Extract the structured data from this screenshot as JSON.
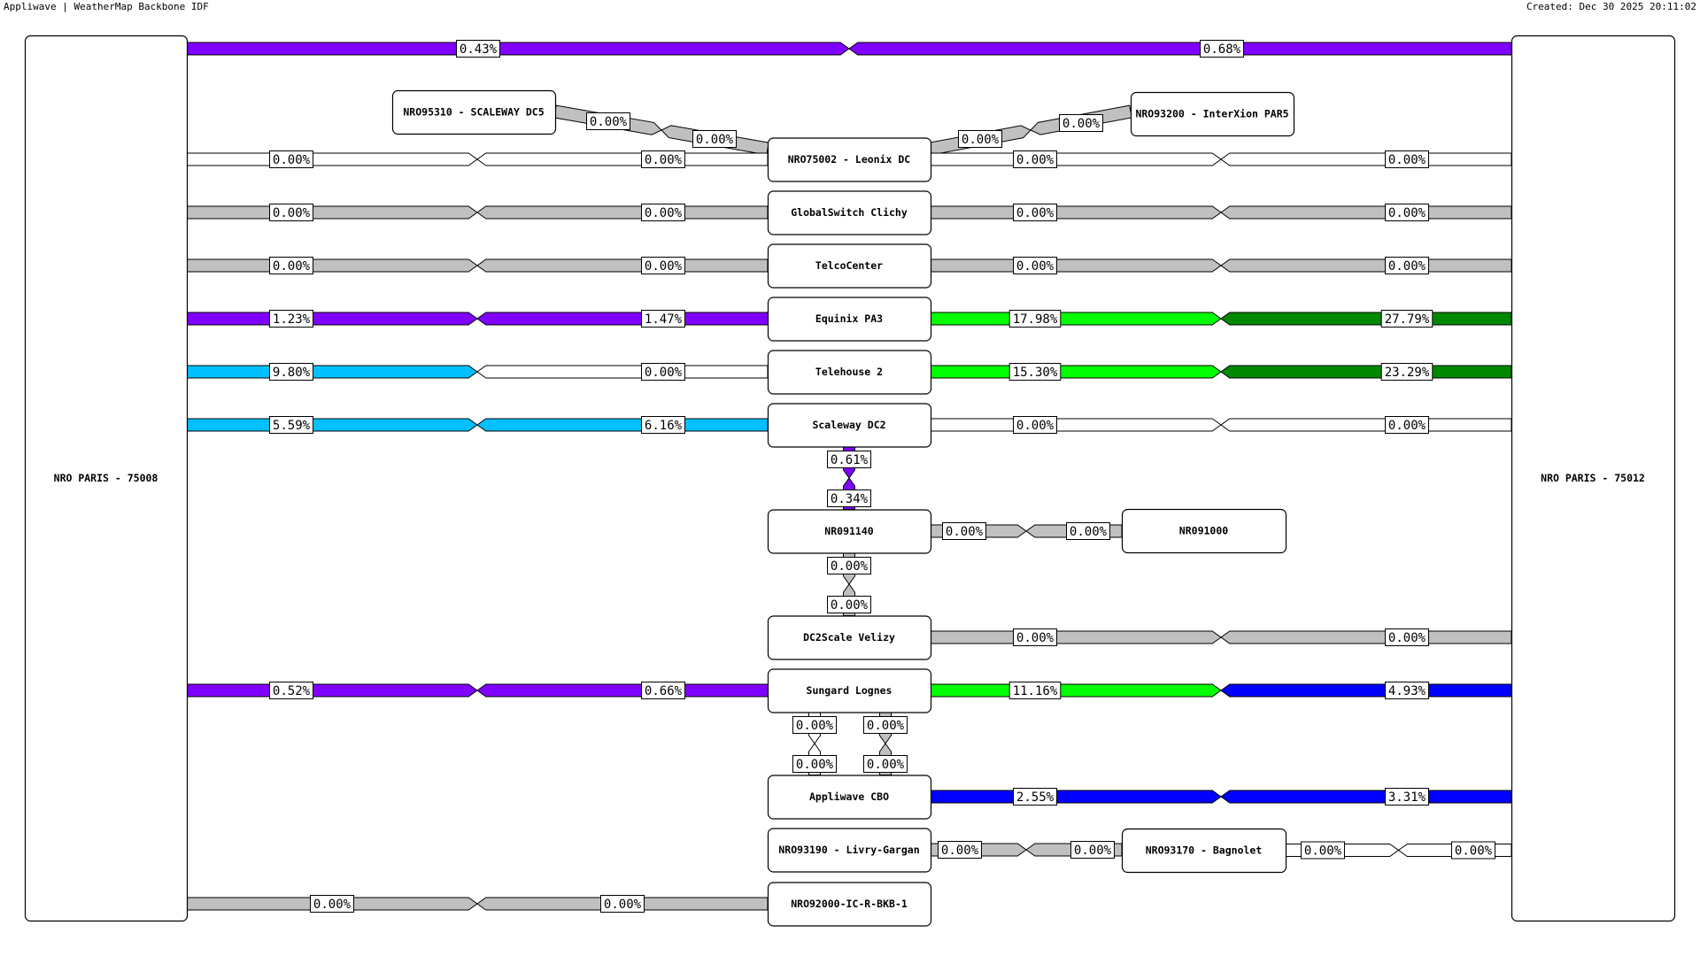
{
  "header": {
    "title": "Appliwave | WeatherMap Backbone IDF",
    "created": "Created: Dec 30 2025 20:11:02"
  },
  "legend_colors": {
    "zero": "#ffffff",
    "idle": "#c0c0c0",
    "low": "#8000ff",
    "light": "#00c0ff",
    "medium": "#0000ff",
    "high_a": "#00ff00",
    "high_b": "#008800"
  },
  "nodes": [
    {
      "id": "paris75008",
      "label": "NRO PARIS - 75008"
    },
    {
      "id": "paris75012",
      "label": "NRO PARIS - 75012"
    },
    {
      "id": "scaleway_dc5",
      "label": "NRO95310 - SCALEWAY DC5"
    },
    {
      "id": "interxion_par5",
      "label": "NRO93200 - InterXion PAR5"
    },
    {
      "id": "leonix",
      "label": "NRO75002 - Leonix DC"
    },
    {
      "id": "globalswitch",
      "label": "GlobalSwitch Clichy"
    },
    {
      "id": "telcocenter",
      "label": "TelcoCenter"
    },
    {
      "id": "equinix_pa3",
      "label": "Equinix PA3"
    },
    {
      "id": "telehouse2",
      "label": "Telehouse 2"
    },
    {
      "id": "scaleway_dc2",
      "label": "Scaleway DC2"
    },
    {
      "id": "nr091140",
      "label": "NR091140"
    },
    {
      "id": "nr091000",
      "label": "NR091000"
    },
    {
      "id": "dc2scale",
      "label": "DC2Scale Velizy"
    },
    {
      "id": "sungard",
      "label": "Sungard Lognes"
    },
    {
      "id": "appliwave_cbo",
      "label": "Appliwave CBO"
    },
    {
      "id": "livry",
      "label": "NRO93190 - Livry-Gargan"
    },
    {
      "id": "bagnolet",
      "label": "NRO93170 - Bagnolet"
    },
    {
      "id": "nr092000",
      "label": "NRO92000-IC-R-BKB-1"
    }
  ],
  "links": [
    {
      "from": "paris75008",
      "to": "paris75012",
      "out": "0.43%",
      "in": "0.68%",
      "out_color": "low",
      "in_color": "low"
    },
    {
      "from": "scaleway_dc5",
      "to": "leonix",
      "out": "0.00%",
      "in": "0.00%",
      "out_color": "idle",
      "in_color": "idle"
    },
    {
      "from": "leonix",
      "to": "interxion_par5",
      "out": "0.00%",
      "in": "0.00%",
      "out_color": "idle",
      "in_color": "idle"
    },
    {
      "from": "paris75008",
      "to": "leonix",
      "out": "0.00%",
      "in": "0.00%",
      "out_color": "zero",
      "in_color": "zero"
    },
    {
      "from": "leonix",
      "to": "paris75012",
      "out": "0.00%",
      "in": "0.00%",
      "out_color": "zero",
      "in_color": "zero"
    },
    {
      "from": "paris75008",
      "to": "globalswitch",
      "out": "0.00%",
      "in": "0.00%",
      "out_color": "idle",
      "in_color": "idle"
    },
    {
      "from": "globalswitch",
      "to": "paris75012",
      "out": "0.00%",
      "in": "0.00%",
      "out_color": "idle",
      "in_color": "idle"
    },
    {
      "from": "paris75008",
      "to": "telcocenter",
      "out": "0.00%",
      "in": "0.00%",
      "out_color": "idle",
      "in_color": "idle"
    },
    {
      "from": "telcocenter",
      "to": "paris75012",
      "out": "0.00%",
      "in": "0.00%",
      "out_color": "idle",
      "in_color": "idle"
    },
    {
      "from": "paris75008",
      "to": "equinix_pa3",
      "out": "1.23%",
      "in": "1.47%",
      "out_color": "low",
      "in_color": "low"
    },
    {
      "from": "equinix_pa3",
      "to": "paris75012",
      "out": "17.98%",
      "in": "27.79%",
      "out_color": "high_a",
      "in_color": "high_b"
    },
    {
      "from": "paris75008",
      "to": "telehouse2",
      "out": "9.80%",
      "in": "0.00%",
      "out_color": "light",
      "in_color": "zero"
    },
    {
      "from": "telehouse2",
      "to": "paris75012",
      "out": "15.30%",
      "in": "23.29%",
      "out_color": "high_a",
      "in_color": "high_b"
    },
    {
      "from": "paris75008",
      "to": "scaleway_dc2",
      "out": "5.59%",
      "in": "6.16%",
      "out_color": "light",
      "in_color": "light"
    },
    {
      "from": "scaleway_dc2",
      "to": "paris75012",
      "out": "0.00%",
      "in": "0.00%",
      "out_color": "zero",
      "in_color": "zero"
    },
    {
      "from": "scaleway_dc2",
      "to": "nr091140",
      "out": "0.61%",
      "in": "0.34%",
      "out_color": "low",
      "in_color": "low"
    },
    {
      "from": "nr091140",
      "to": "nr091000",
      "out": "0.00%",
      "in": "0.00%",
      "out_color": "idle",
      "in_color": "idle"
    },
    {
      "from": "nr091140",
      "to": "dc2scale",
      "out": "0.00%",
      "in": "0.00%",
      "out_color": "idle",
      "in_color": "idle"
    },
    {
      "from": "dc2scale",
      "to": "paris75012",
      "out": "0.00%",
      "in": "0.00%",
      "out_color": "idle",
      "in_color": "idle"
    },
    {
      "from": "paris75008",
      "to": "sungard",
      "out": "0.52%",
      "in": "0.66%",
      "out_color": "low",
      "in_color": "low"
    },
    {
      "from": "sungard",
      "to": "paris75012",
      "out": "11.16%",
      "in": "4.93%",
      "out_color": "high_a",
      "in_color": "medium"
    },
    {
      "from": "sungard",
      "to": "appliwave_cbo",
      "out": "0.00%",
      "in": "0.00%",
      "out_color": "zero",
      "in_color": "zero"
    },
    {
      "from": "sungard",
      "to": "appliwave_cbo",
      "out": "0.00%",
      "in": "0.00%",
      "out_color": "idle",
      "in_color": "idle"
    },
    {
      "from": "appliwave_cbo",
      "to": "paris75012",
      "out": "2.55%",
      "in": "3.31%",
      "out_color": "medium",
      "in_color": "medium"
    },
    {
      "from": "livry",
      "to": "bagnolet",
      "out": "0.00%",
      "in": "0.00%",
      "out_color": "idle",
      "in_color": "idle"
    },
    {
      "from": "bagnolet",
      "to": "paris75012",
      "out": "0.00%",
      "in": "0.00%",
      "out_color": "zero",
      "in_color": "zero"
    },
    {
      "from": "paris75008",
      "to": "nr092000",
      "out": "0.00%",
      "in": "0.00%",
      "out_color": "idle",
      "in_color": "idle"
    }
  ]
}
